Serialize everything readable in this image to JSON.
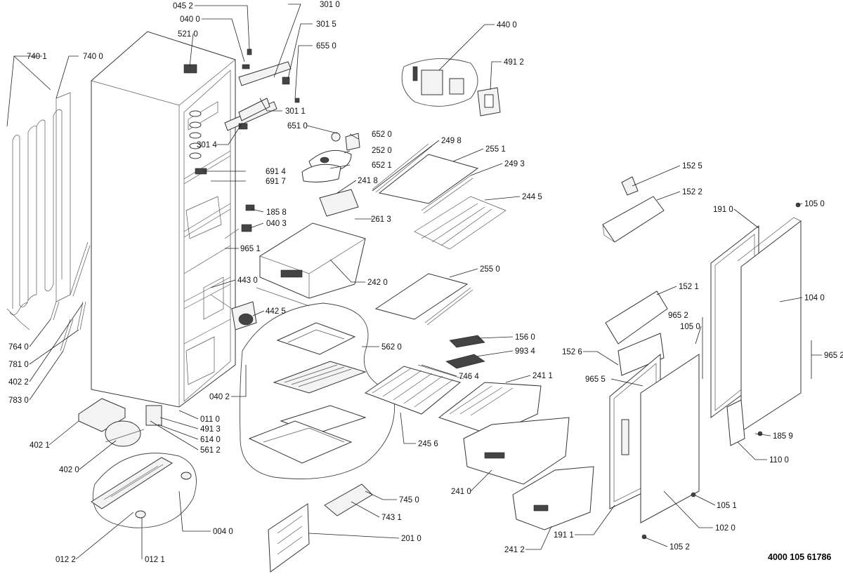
{
  "document_code": "4000 105 61786",
  "callouts": [
    "045 2",
    "040 0",
    "301 0",
    "521 0",
    "301 5",
    "655 0",
    "740 1",
    "740 0",
    "301 1",
    "651 0",
    "652 0",
    "252 0",
    "301 4",
    "652 1",
    "691 4",
    "691 7",
    "185 8",
    "040 3",
    "965 1",
    "443 0",
    "442 5",
    "764 0",
    "781 0",
    "402 2",
    "783 0",
    "040 2",
    "011 0",
    "491 3",
    "614 0",
    "561 2",
    "402 1",
    "402 0",
    "004 0",
    "012 2",
    "012 1",
    "440 0",
    "491 2",
    "249 8",
    "255 1",
    "249 3",
    "241 8",
    "244 5",
    "261 3",
    "242 0",
    "255 0",
    "562 0",
    "156 0",
    "993 4",
    "746 4",
    "241 1",
    "245 6",
    "241 0",
    "745 0",
    "743 1",
    "201 0",
    "241 2",
    "152 5",
    "152 2",
    "105 0",
    "191 0",
    "152 1",
    "104 0",
    "965 2",
    "105 0",
    "965 2",
    "152 6",
    "965 5",
    "185 9",
    "110 0",
    "105 1",
    "102 0",
    "191 1",
    "105 2"
  ]
}
